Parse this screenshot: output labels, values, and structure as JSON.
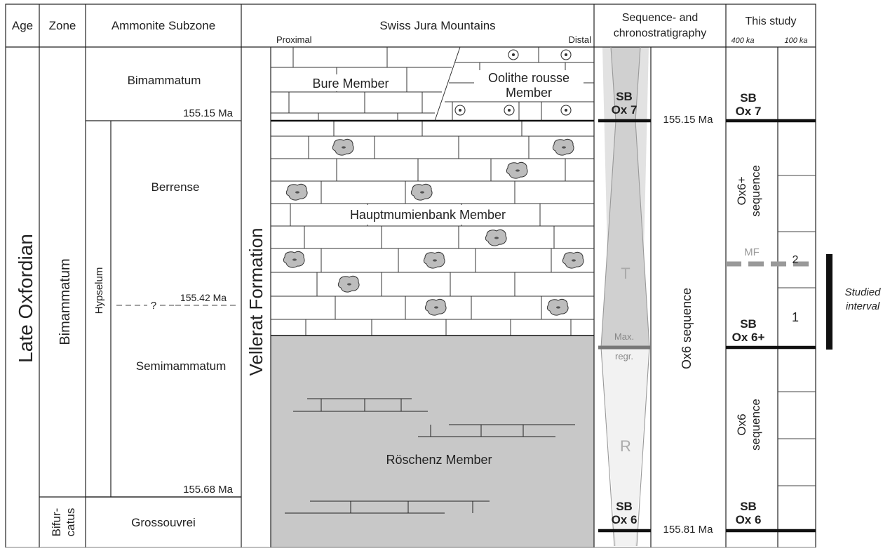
{
  "headers": {
    "age": "Age",
    "zone": "Zone",
    "subzone": "Ammonite Subzone",
    "swiss": "Swiss Jura Mountains",
    "proximal": "Proximal",
    "distal": "Distal",
    "seq_line1": "Sequence- and",
    "seq_line2": "chronostratigraphy",
    "study": "This study",
    "k400": "400 ka",
    "k100": "100 ka"
  },
  "age_label": "Late Oxfordian",
  "zones": {
    "bimammatum": "Bimammatum",
    "bifurcatus_1": "Bifur-",
    "bifurcatus_2": "catus"
  },
  "subzones": {
    "bimammatum": "Bimammatum",
    "age_top": "155.15 Ma",
    "hypselum": "Hypselum",
    "berrense": "Berrense",
    "question": "?",
    "age_mid": "155.42 Ma",
    "semimammatum": "Semimammatum",
    "age_bottom": "155.68 Ma",
    "grossouvrei": "Grossouvrei"
  },
  "formation": "Vellerat Formation",
  "members": {
    "bure": "Bure Member",
    "oolithe_1": "Oolithe rousse",
    "oolithe_2": "Member",
    "hauptmumienbank": "Hauptmumienbank Member",
    "roschenz": "Röschenz Member"
  },
  "sequence": {
    "sb": "SB",
    "ox7": "Ox 7",
    "ox6": "Ox 6",
    "t": "T",
    "r": "R",
    "max": "Max.",
    "regr": "regr.",
    "ox6_sequence": "Ox6 sequence",
    "age_top": "155.15 Ma",
    "age_bottom": "155.81 Ma"
  },
  "study": {
    "sb": "SB",
    "ox7": "Ox 7",
    "ox6plus": "Ox 6+",
    "ox6": "Ox 6",
    "ox6plus_seq_1": "Ox6+",
    "ox6plus_seq_2": "sequence",
    "ox6_seq_1": "Ox6",
    "ox6_seq_2": "sequence",
    "mf": "MF",
    "n1": "1",
    "n2": "2"
  },
  "studied_1": "Studied",
  "studied_2": "interval",
  "colors": {
    "grey_fill": "#c8c8c8",
    "line": "#222222",
    "mf_dash": "#999999",
    "faint_text": "#aaaaaa"
  }
}
